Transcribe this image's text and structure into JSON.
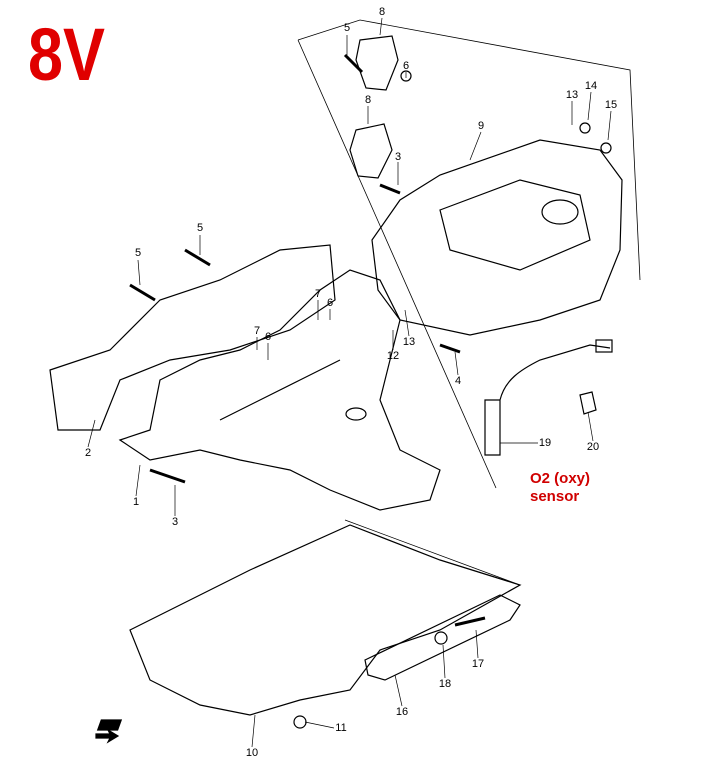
{
  "title": "8V",
  "note": {
    "line1": "O2 (oxy)",
    "line2": "sensor",
    "color": "#d00000"
  },
  "title_color": "#e00000",
  "fwd_icon": "FWD",
  "callouts": [
    "5",
    "8",
    "6",
    "8",
    "3",
    "9",
    "13",
    "14",
    "15",
    "5",
    "5",
    "7",
    "6",
    "7",
    "6",
    "12",
    "13",
    "4",
    "19",
    "20",
    "2",
    "1",
    "3",
    "17",
    "18",
    "16",
    "11",
    "10"
  ]
}
